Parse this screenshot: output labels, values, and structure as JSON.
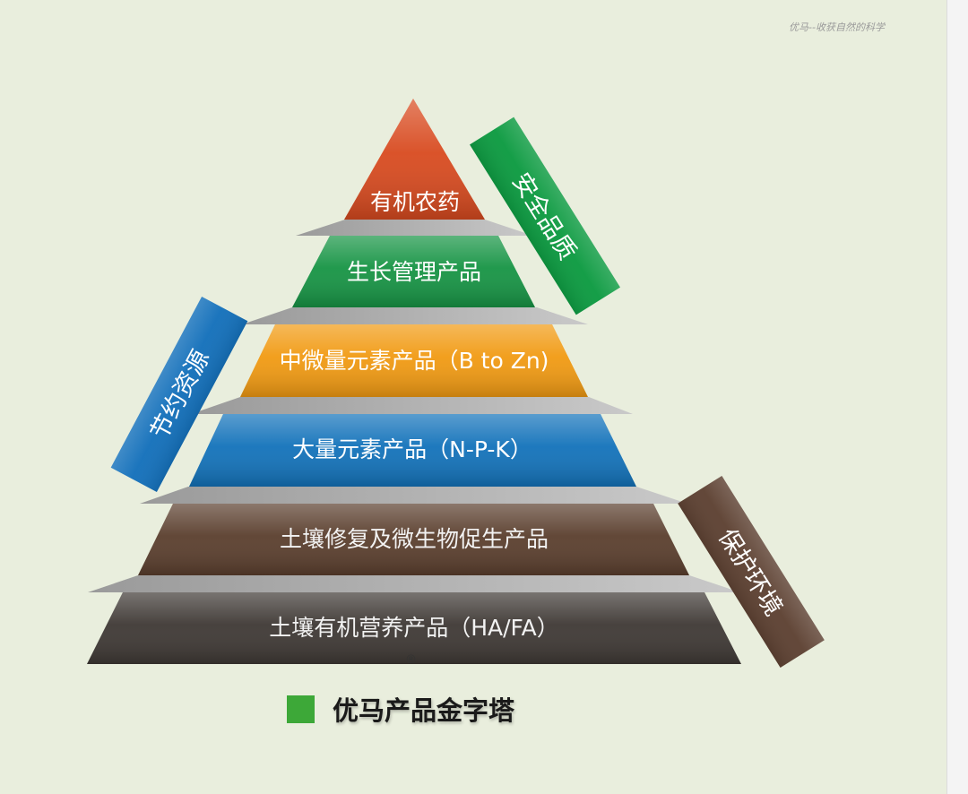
{
  "watermark": "优马--收获自然的科学",
  "tiers": [
    {
      "label": "有机农药",
      "color": "#d84a1f"
    },
    {
      "label": "生长管理产品",
      "color": "#169444"
    },
    {
      "label": "中微量元素产品（B to Zn)",
      "color": "#f19a12"
    },
    {
      "label": "大量元素产品（N-P-K）",
      "color": "#1272ba"
    },
    {
      "label": "土壤修复及微生物促生产品",
      "color": "#5a3e2d"
    },
    {
      "label": "土壤有机营养产品（HA/FA）",
      "color": "#3e3834"
    }
  ],
  "side_labels": {
    "safety": {
      "label": "安全品质",
      "color": "#0e9b42"
    },
    "conserve": {
      "label": "节约资源",
      "color": "#1571bb"
    },
    "environment": {
      "label": "保护环境",
      "color": "#5e4233"
    }
  },
  "registered_mark": "®",
  "caption": {
    "text": "优马产品金字塔",
    "swatch_color": "#3da838"
  }
}
